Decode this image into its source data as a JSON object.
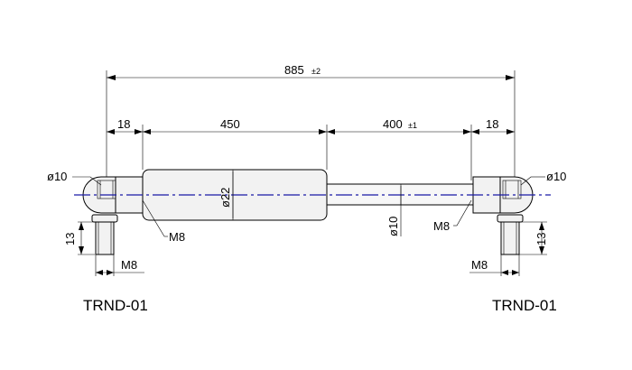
{
  "dimensions": {
    "overall": {
      "value": "885",
      "tolerance": "±2"
    },
    "left_end": "18",
    "body_length": "450",
    "stroke": {
      "value": "400",
      "tolerance": "±1"
    },
    "right_end": "18",
    "body_diameter": "ø22",
    "rod_diameter": "ø10",
    "left_ball": "ø10",
    "right_ball": "ø10",
    "left_thread": "M8",
    "right_thread": "M8",
    "left_stud_thread": "M8",
    "right_stud_thread": "M8",
    "left_stud_length": "13",
    "right_stud_length": "13"
  },
  "parts": {
    "left_label": "TRND-01",
    "right_label": "TRND-01"
  }
}
